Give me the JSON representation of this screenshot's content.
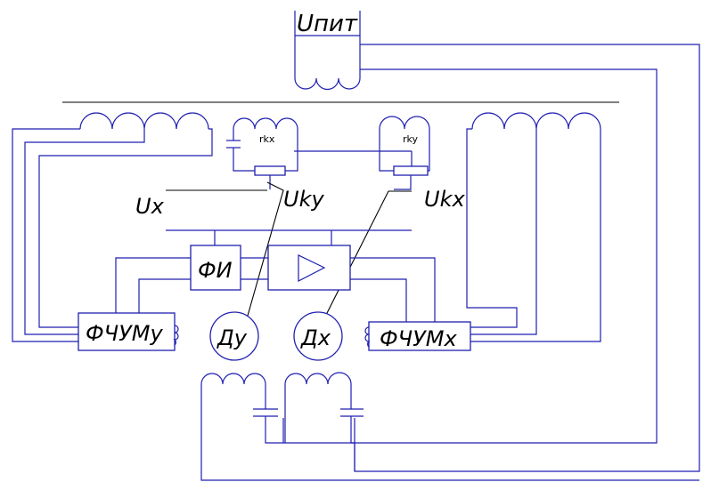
{
  "labels": {
    "supply": "Uпит",
    "ux": "Ux",
    "uky": "Uky",
    "ukx": "Ukx",
    "rkx": "rkx",
    "rky": "rky",
    "phase_detector": "ФИ",
    "fchum_y": "ФЧУМу",
    "fchum_x": "ФЧУМх",
    "sensor_y": "Ду",
    "sensor_x": "Дх"
  }
}
